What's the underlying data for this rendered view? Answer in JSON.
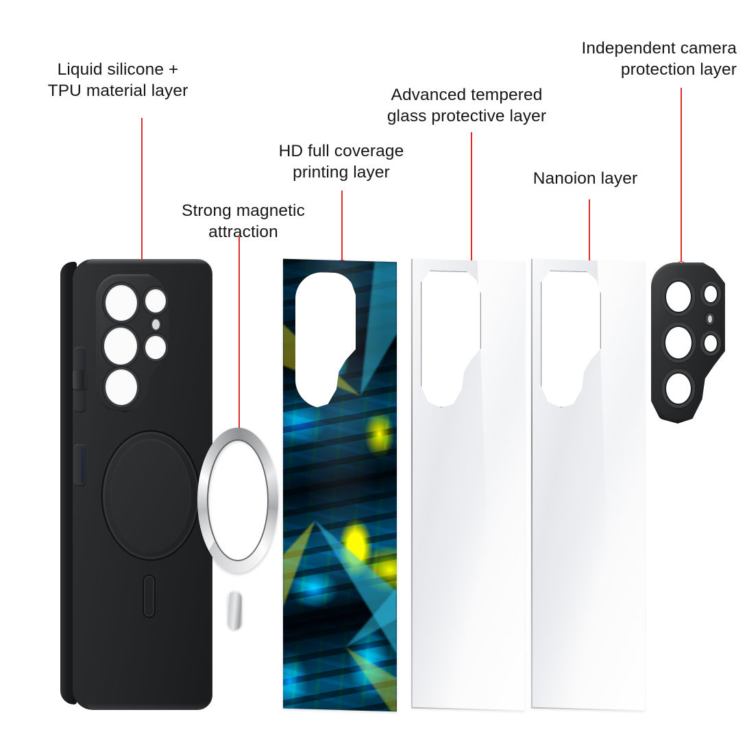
{
  "diagram": {
    "type": "exploded-product-view",
    "subject": "phone case layer construction",
    "background_color": "#ffffff",
    "leader_line_color": "#e02b2b"
  },
  "labels": [
    {
      "id": "silicone",
      "text": "Liquid silicone +\nTPU material layer",
      "align": "center"
    },
    {
      "id": "magnetic",
      "text": "Strong magnetic\nattraction",
      "align": "center"
    },
    {
      "id": "hd_print",
      "text": "HD full coverage\nprinting layer",
      "align": "center"
    },
    {
      "id": "tempered",
      "text": "Advanced tempered\nglass protective layer",
      "align": "center"
    },
    {
      "id": "nanoion",
      "text": "Nanoion layer",
      "align": "center"
    },
    {
      "id": "camera",
      "text": "Independent camera\nprotection layer",
      "align": "right"
    }
  ],
  "components": [
    {
      "id": "case",
      "name": "black silicone TPU case",
      "color": "#26272a",
      "lens_cutouts": 5
    },
    {
      "id": "ring",
      "name": "magnetic alignment ring",
      "color": "#d4d5d7",
      "has_tab": true
    },
    {
      "id": "film",
      "name": "HD printed butterfly film",
      "colors": [
        "#f2ec24",
        "#2ec2e8",
        "#0b1418"
      ]
    },
    {
      "id": "glass",
      "name": "tempered glass sheet",
      "color": "#fafafb"
    },
    {
      "id": "nanoion",
      "name": "nanoion sheet",
      "color": "#fafafb"
    },
    {
      "id": "bezel",
      "name": "camera protection bezel",
      "color": "#2a2b2d",
      "lens_openings": 5
    }
  ]
}
